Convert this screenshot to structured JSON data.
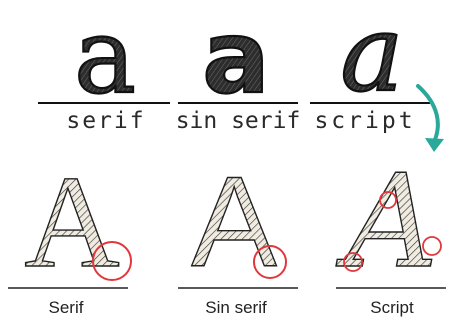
{
  "top_row": {
    "glyph": "a",
    "labels": [
      "serif",
      "sin serif",
      "script"
    ]
  },
  "bottom_row": {
    "glyph": "A",
    "captions": [
      "Serif",
      "Sin serif",
      "Script"
    ]
  },
  "colors": {
    "ink": "#1f1f1f",
    "highlight_circle": "#e0383c",
    "arrow": "#2aa89a",
    "hatch": "#444444",
    "fill": "#efe9dc"
  },
  "icons": {
    "arrow": "curved-down-arrow-icon"
  }
}
